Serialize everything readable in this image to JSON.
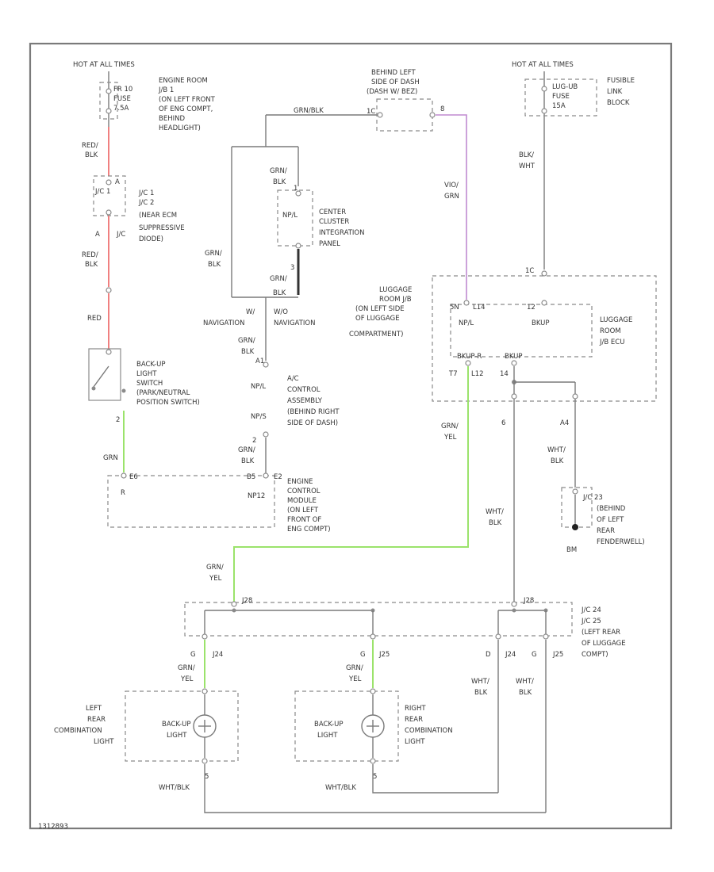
{
  "colors": {
    "red_wire": "#f08080",
    "green_wire": "#9be36b",
    "violet_wire": "#c08ad0",
    "line": "#7a7a7a"
  },
  "fuse_left": {
    "header": "HOT AT ALL TIMES",
    "fuse_l1": "FR 10",
    "fuse_l2": "FUSE",
    "fuse_l3": "7.5A",
    "loc_l1": "ENGINE ROOM",
    "loc_l2": "J/B 1",
    "loc_l3": "(ON LEFT FRONT",
    "loc_l4": "OF ENG COMPT,",
    "loc_l5": "BEHIND",
    "loc_l6": "HEADLIGHT)"
  },
  "fuse_right": {
    "header": "HOT AT ALL TIMES",
    "fuse_l1": "LUG-UB",
    "fuse_l2": "FUSE",
    "fuse_l3": "15A",
    "loc_l1": "FUSIBLE",
    "loc_l2": "LINK",
    "loc_l3": "BLOCK"
  },
  "wires": {
    "red_blk_1": "RED/",
    "red_blk_2": "BLK",
    "red": "RED",
    "grn": "GRN",
    "grn_blk": "GRN/BLK",
    "grn_yel_1": "GRN/",
    "grn_yel_2": "YEL",
    "vio_1": "VIO/",
    "vio_2": "GRN",
    "blk_wht_1": "BLK/",
    "blk_wht_2": "WHT",
    "wht_blk_1": "WHT/",
    "wht_blk_2": "BLK",
    "wht_blk": "WHT/BLK"
  },
  "connectors": {
    "jc1": "J/C 1",
    "jc2": "J/C 2",
    "jc_loc": "(NEAR ECM",
    "jc_loc2": "SUPPRESSIVE",
    "jc_loc3": "DIODE)",
    "pin_jc_a": "A",
    "pin_jc": "J/C"
  },
  "dash_connector": {
    "l1": "BEHIND LEFT",
    "l2": "SIDE OF DASH",
    "l3": "(DASH W/ BEZ)",
    "pin_a": "1C",
    "pin_b": "8"
  },
  "center_cluster": {
    "l1": "CENTER",
    "l2": "CLUSTER",
    "l3": "INTEGRATION",
    "l4": "PANEL",
    "pin_top": "1",
    "pin_bot": "3",
    "label": "NP/L"
  },
  "navigation": {
    "with_1": "W/",
    "with_2": "NAVIGATION",
    "without_1": "W/O",
    "without_2": "NAVIGATION"
  },
  "ac_control": {
    "l1": "A/C",
    "l2": "CONTROL",
    "l3": "ASSEMBLY",
    "l4": "(BEHIND RIGHT",
    "l5": "SIDE OF DASH)",
    "pin_top": "A1",
    "pin_label": "NP/L",
    "pin_bot_label": "NP/S",
    "pin_bot": "2"
  },
  "switch": {
    "l1": "BACK-UP",
    "l2": "LIGHT",
    "l3": "SWITCH",
    "l4": "(PARK/NEUTRAL",
    "l5": "POSITION SWITCH)",
    "pin": "2"
  },
  "ecm": {
    "pin_left": "E6",
    "pin_r": "R",
    "pin_b5": "B5",
    "pin_e2": "E2",
    "label": "NP12",
    "l1": "ENGINE",
    "l2": "CONTROL",
    "l3": "MODULE",
    "l4": "(ON LEFT",
    "l5": "FRONT OF",
    "l6": "ENG COMPT)"
  },
  "luggage_jb": {
    "l1": "LUGGAGE",
    "l2": "ROOM J/B",
    "l3": "(ON LEFT SIDE",
    "l4": "OF LUGGAGE",
    "l5": "COMPARTMENT)",
    "pin_1c": "1C",
    "pin_5n": "5N",
    "pin_l14": "L14",
    "pin_12": "12",
    "np_l": "NP/L",
    "bkup": "BKUP",
    "pin_bkup_r": "BKUP-R",
    "pin_bkup_b": "BKUP",
    "pin_t7": "T7",
    "pin_l12": "L12",
    "pin_14": "14",
    "ecu_1": "LUGGAGE",
    "ecu_2": "ROOM",
    "ecu_3": "J/B ECU",
    "pin_6": "6",
    "pin_a4": "A4"
  },
  "ground": {
    "pin": "J/C 23",
    "l1": "(BEHIND",
    "l2": "OF LEFT",
    "l3": "REAR",
    "l4": "FENDERWELL)",
    "id": "BM"
  },
  "junction_rear": {
    "pin_left": "J28",
    "pin_right": "J28",
    "l1": "J/C 24",
    "l2": "J/C 25",
    "l3": "(LEFT REAR",
    "l4": "OF LUGGAGE",
    "l5": "COMPT)",
    "pin_g1": "G",
    "pin_j24": "J24",
    "pin_g2": "G",
    "pin_j25": "J25",
    "pin_d1": "D",
    "pin_j24b": "J24",
    "pin_g3": "G",
    "pin_j25b": "J25"
  },
  "left_lamp": {
    "l1": "LEFT",
    "l2": "REAR",
    "l3": "COMBINATION",
    "l4": "LIGHT",
    "inner_1": "BACK-UP",
    "inner_2": "LIGHT",
    "pin": "5"
  },
  "right_lamp": {
    "l1": "RIGHT",
    "l2": "REAR",
    "l3": "COMBINATION",
    "l4": "LIGHT",
    "inner_1": "BACK-UP",
    "inner_2": "LIGHT",
    "pin": "5"
  },
  "footer": {
    "code": "1312893"
  }
}
